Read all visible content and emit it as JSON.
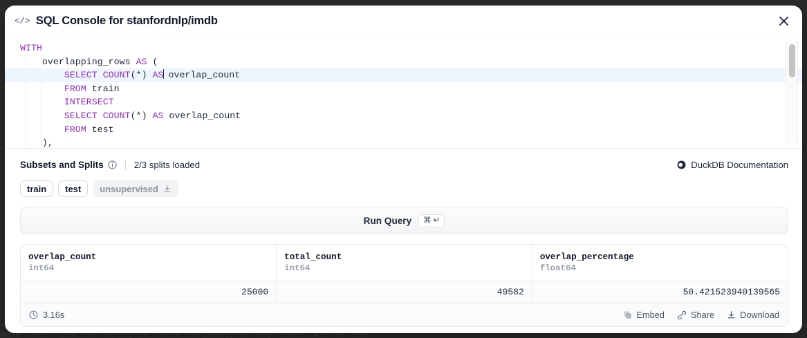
{
  "backdrop": {
    "bottom_text": "ause this film can hardly be taken seriously on any level. As for the"
  },
  "modal": {
    "icon": "code-icon",
    "title": "SQL Console for stanfordnlp/imdb",
    "close_label": "✕"
  },
  "editor": {
    "lines": [
      {
        "indent": 0,
        "active": false,
        "tokens": [
          {
            "t": "WITH",
            "kw": true
          }
        ]
      },
      {
        "indent": 1,
        "active": false,
        "tokens": [
          {
            "t": "overlapping_rows ",
            "kw": false
          },
          {
            "t": "AS",
            "kw": true
          },
          {
            "t": " (",
            "kw": false
          }
        ]
      },
      {
        "indent": 2,
        "active": true,
        "tokens": [
          {
            "t": "SELECT COUNT",
            "kw": true
          },
          {
            "t": "(*) ",
            "kw": false
          },
          {
            "t": "AS",
            "kw": true
          },
          {
            "t": "CARET",
            "kw": false
          },
          {
            "t": " overlap_count",
            "kw": false
          }
        ]
      },
      {
        "indent": 2,
        "active": false,
        "tokens": [
          {
            "t": "FROM",
            "kw": true
          },
          {
            "t": " train",
            "kw": false
          }
        ]
      },
      {
        "indent": 2,
        "active": false,
        "tokens": [
          {
            "t": "INTERSECT",
            "kw": true
          }
        ]
      },
      {
        "indent": 2,
        "active": false,
        "tokens": [
          {
            "t": "SELECT COUNT",
            "kw": true
          },
          {
            "t": "(*) ",
            "kw": false
          },
          {
            "t": "AS",
            "kw": true
          },
          {
            "t": " overlap_count",
            "kw": false
          }
        ]
      },
      {
        "indent": 2,
        "active": false,
        "tokens": [
          {
            "t": "FROM",
            "kw": true
          },
          {
            "t": " test",
            "kw": false
          }
        ]
      },
      {
        "indent": 1,
        "active": false,
        "tokens": [
          {
            "t": "),",
            "kw": false
          }
        ]
      }
    ],
    "keyword_color": "#8b2fa8",
    "active_line_color": "#eff5fd"
  },
  "subsets": {
    "title": "Subsets and Splits",
    "info_icon": "info-icon",
    "splits_loaded": "2/3 splits loaded",
    "duckdb_link": "DuckDB Documentation",
    "chips": [
      {
        "label": "train",
        "muted": false,
        "download": false
      },
      {
        "label": "test",
        "muted": false,
        "download": false
      },
      {
        "label": "unsupervised",
        "muted": true,
        "download": true
      }
    ]
  },
  "run": {
    "label": "Run Query",
    "shortcut_cmd": "⌘",
    "shortcut_enter": "↵"
  },
  "results": {
    "columns": [
      {
        "name": "overlap_count",
        "type": "int64"
      },
      {
        "name": "total_count",
        "type": "int64"
      },
      {
        "name": "overlap_percentage",
        "type": "float64"
      }
    ],
    "rows": [
      [
        "25000",
        "49582",
        "50.421523940139565"
      ]
    ],
    "duration": "3.16s",
    "actions": [
      {
        "label": "Embed",
        "icon": "embed-icon"
      },
      {
        "label": "Share",
        "icon": "link-icon"
      },
      {
        "label": "Download",
        "icon": "download-icon"
      }
    ]
  }
}
